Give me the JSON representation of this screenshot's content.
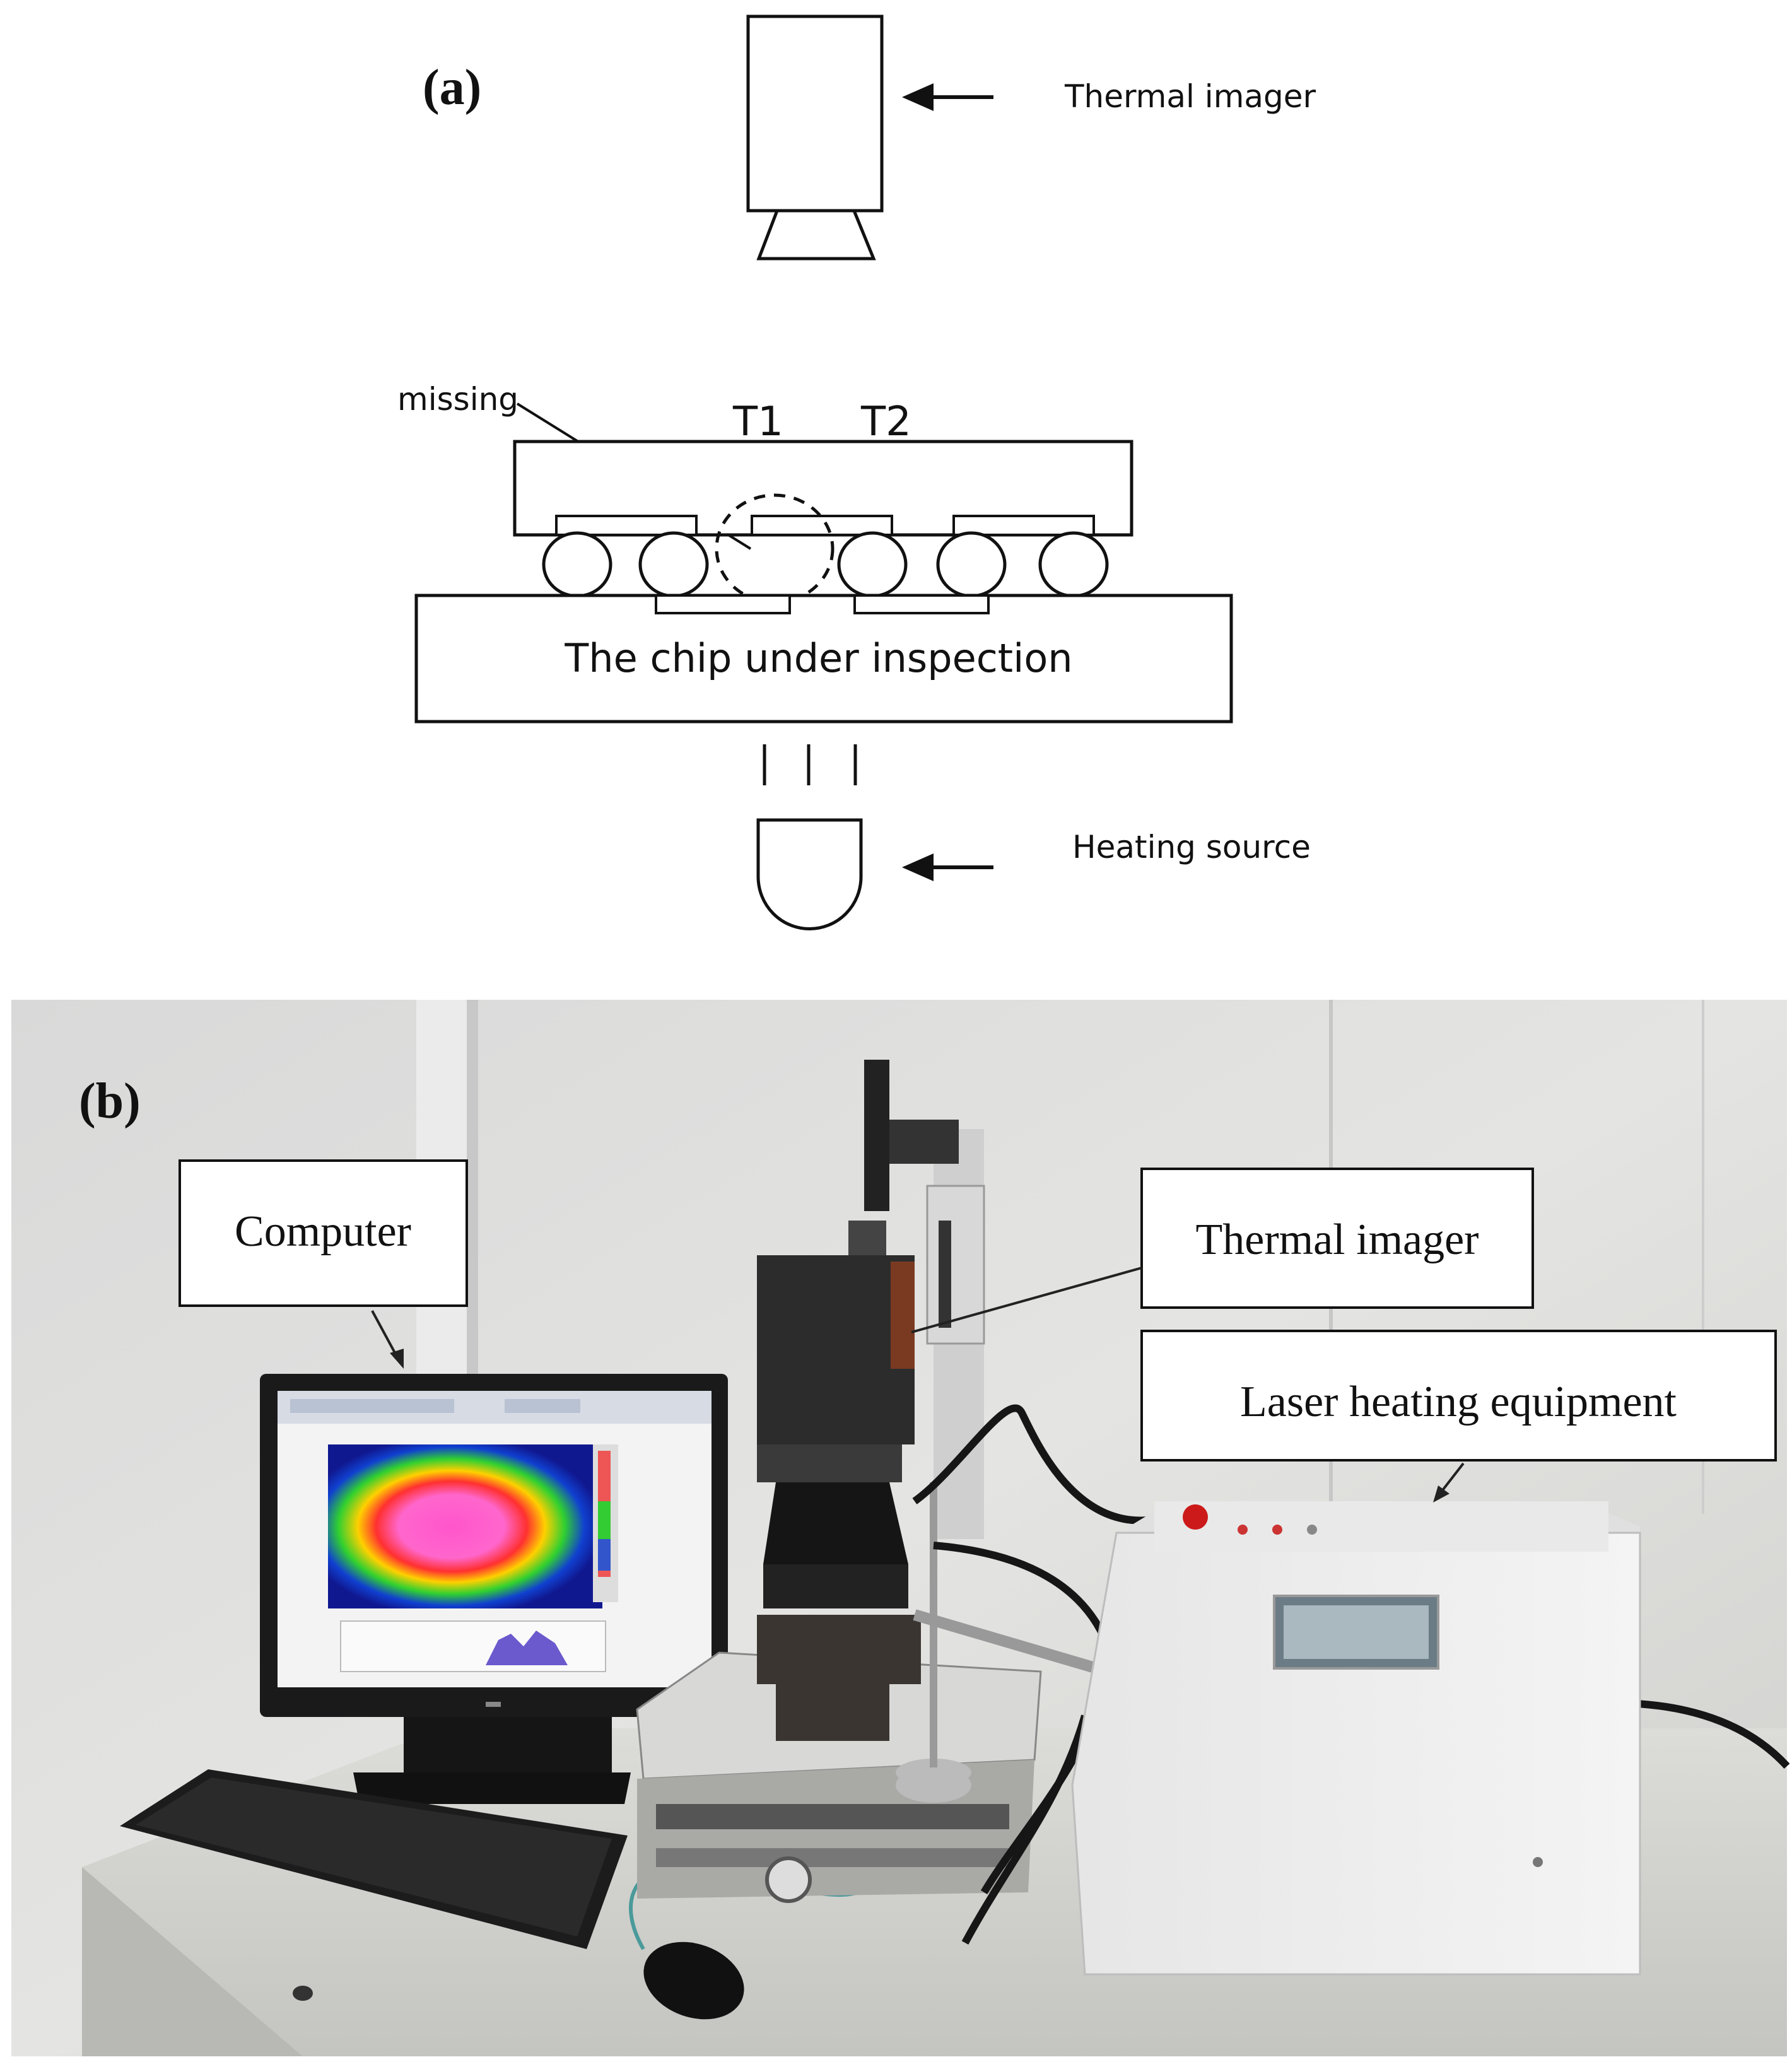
{
  "panel_a": {
    "label": "(a)",
    "thermal_imager": "Thermal imager",
    "heating_source": "Heating source",
    "missing": "missing",
    "t1": "T1",
    "t2": "T2",
    "chip": "The chip under inspection"
  },
  "panel_b": {
    "label": "(b)",
    "computer": "Computer",
    "thermal_imager": "Thermal imager",
    "laser_heating": "Laser heating equipment"
  }
}
